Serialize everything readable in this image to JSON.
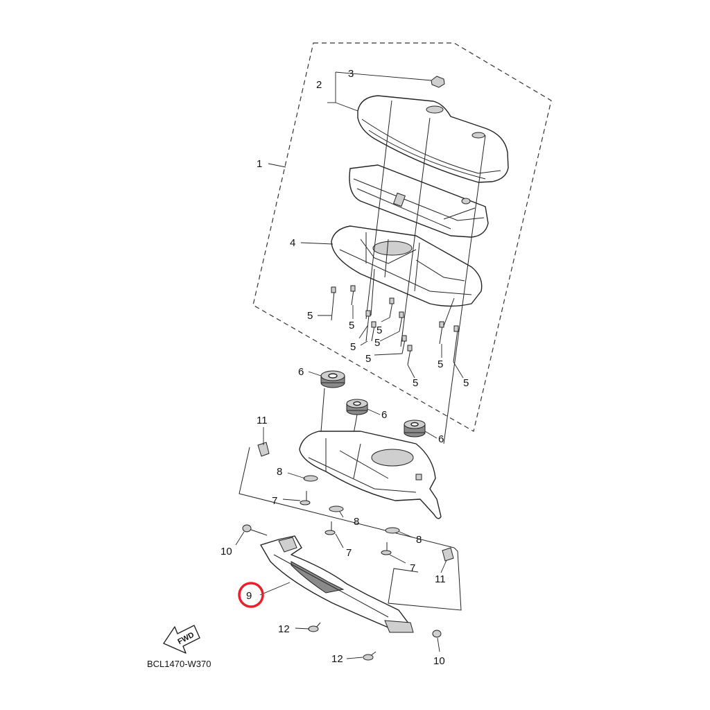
{
  "diagram": {
    "code": "BCL1470-W370",
    "fwd_label": "FWD",
    "labels": {
      "1": "1",
      "2": "2",
      "3": "3",
      "4": "4",
      "5a": "5",
      "5b": "5",
      "5c": "5",
      "5d": "5",
      "5e": "5",
      "5f": "5",
      "5g": "5",
      "5h": "5",
      "5i": "5",
      "6a": "6",
      "6b": "6",
      "6c": "6",
      "7a": "7",
      "7b": "7",
      "7c": "7",
      "8a": "8",
      "8b": "8",
      "8c": "8",
      "9": "9",
      "10a": "10",
      "10b": "10",
      "11a": "11",
      "11b": "11",
      "12a": "12",
      "12b": "12"
    },
    "highlight": {
      "part": "9",
      "color": "#e8202a"
    }
  }
}
